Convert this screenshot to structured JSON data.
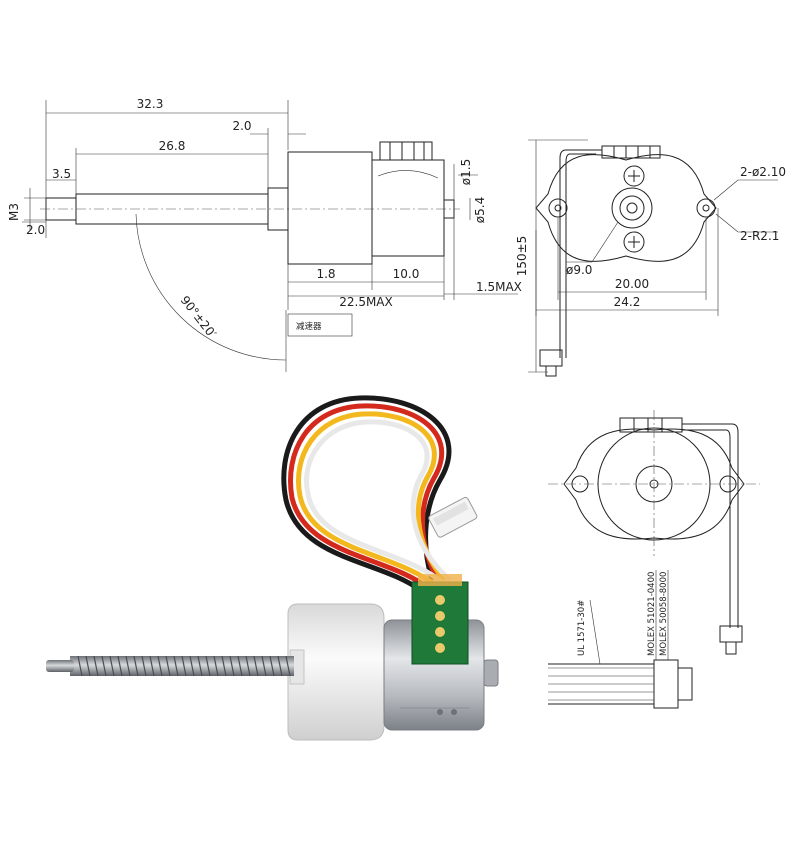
{
  "side_view": {
    "dims": {
      "overall_length": "32.3",
      "flange_gap": "2.0",
      "screw_length": "26.8",
      "tip_length": "3.5",
      "thread_label": "M3",
      "tip_dia": "2.0",
      "hole_dia": "ø1.5",
      "boss_dia": "ø5.4",
      "gap": "1.8",
      "gear_len": "10.0",
      "body_len": "22.5MAX",
      "boss_len": "1.5MAX",
      "angle": "90°±20′",
      "reducer_note": "减速器"
    }
  },
  "front_view": {
    "dims": {
      "height": "150±5",
      "mount_holes": "2-ø2.10",
      "corner_radius": "2-R2.1",
      "pilot_dia": "ø9.0",
      "hole_spacing": "20.00",
      "flange_width": "24.2"
    }
  },
  "wire_view": {
    "labels": {
      "cable": "UL 1571-30#",
      "connector_a": "MOLEX 51021-0400",
      "connector_b": "MOLEX 50058-8000"
    }
  },
  "colors": {
    "line": "#222222",
    "wire_red": "#d42a1e",
    "wire_yellow": "#f2b81e",
    "wire_black": "#1a1a1a",
    "wire_white": "#f4f4f4",
    "pcb_green": "#1f7a3a",
    "motor_metal": "#b8bcc2",
    "housing_white": "#f3f3f3"
  }
}
